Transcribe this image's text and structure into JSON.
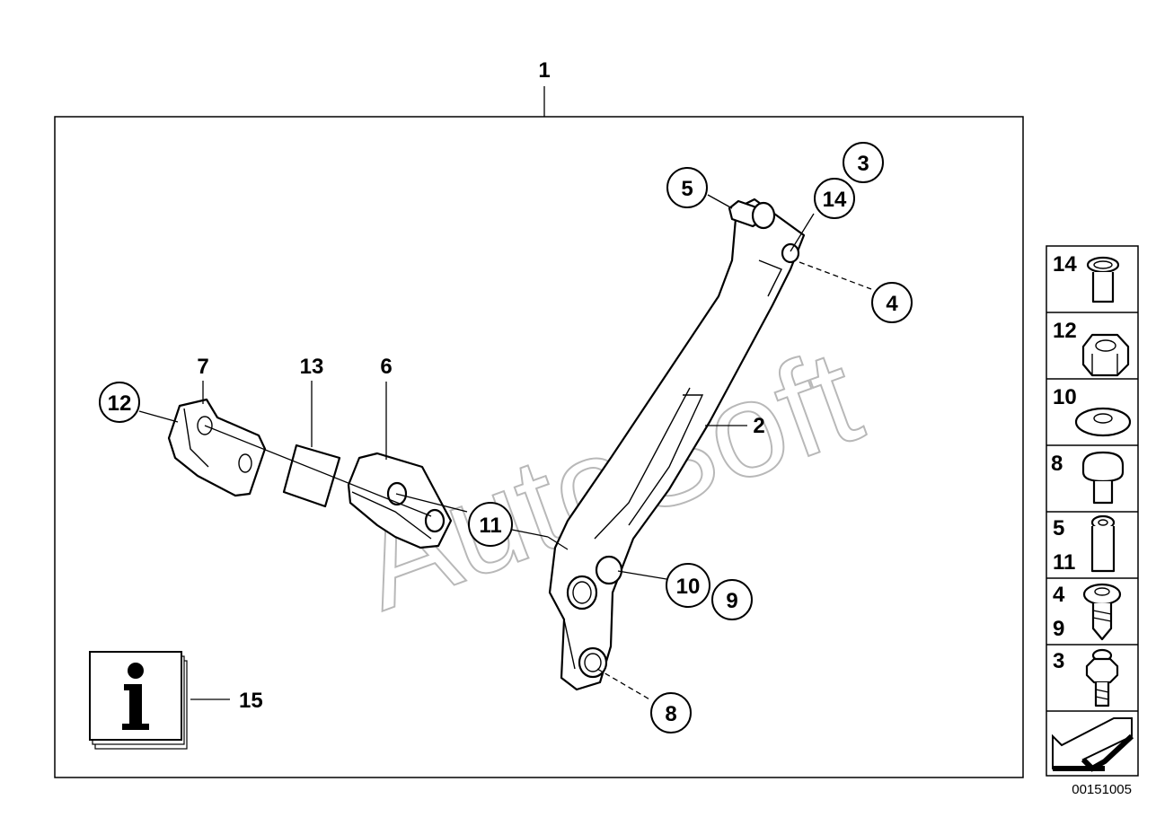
{
  "diagram": {
    "assembly_label": "1",
    "watermark": "AutoSoft",
    "image_code": "00151005",
    "callouts": {
      "c2": "2",
      "c3": "3",
      "c4": "4",
      "c5": "5",
      "c6": "6",
      "c7": "7",
      "c8": "8",
      "c9": "9",
      "c10": "10",
      "c11": "11",
      "c12": "12",
      "c13": "13",
      "c14": "14",
      "c15": "15"
    },
    "info_icon": "info-booklet-icon"
  },
  "legend": {
    "rows": [
      {
        "numbers": [
          "14"
        ],
        "icon": "sleeve-icon"
      },
      {
        "numbers": [
          "12"
        ],
        "icon": "hex-nut-icon"
      },
      {
        "numbers": [
          "10"
        ],
        "icon": "washer-icon"
      },
      {
        "numbers": [
          "8"
        ],
        "icon": "rubber-buffer-icon"
      },
      {
        "numbers": [
          "5",
          "11"
        ],
        "icon": "pin-icon"
      },
      {
        "numbers": [
          "4",
          "9"
        ],
        "icon": "screw-icon"
      },
      {
        "numbers": [
          "3"
        ],
        "icon": "hex-bolt-icon"
      }
    ],
    "nav_icon": "back-arrow-icon"
  }
}
